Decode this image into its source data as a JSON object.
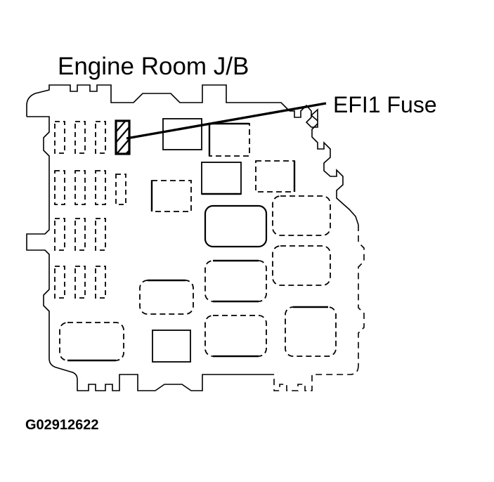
{
  "figure": {
    "title": "Engine Room J/B",
    "callout": "EFI1 Fuse",
    "caption": "G02912622",
    "ink_color": "#000000",
    "background_color": "#ffffff"
  },
  "components": {
    "highlighted_part_name": "EFI1 Fuse",
    "fuse_slot_rows": [
      {
        "count": 3,
        "note": "row 1 dashed mini fuse slots"
      },
      {
        "count": 4,
        "note": "row 2 dashed mini fuse slots"
      },
      {
        "count": 3,
        "note": "row 3 dashed mini fuse slots"
      },
      {
        "count": 3,
        "note": "row 4 dashed mini fuse slots"
      }
    ],
    "relay_socket_count": 6,
    "rect_cavity_count": 7
  }
}
